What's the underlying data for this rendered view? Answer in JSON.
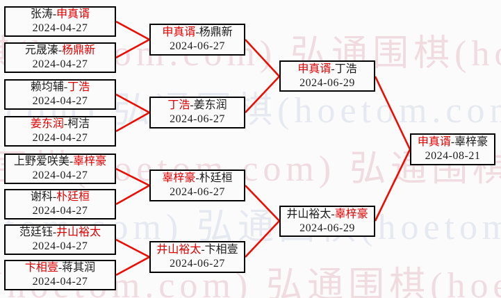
{
  "separator": "-",
  "colors": {
    "winner_red": "#e00000",
    "line_red": "#ee0c00",
    "box_border": "#000000",
    "text_black": "#1c1c1c",
    "watermark_pink": "#f0dbe1",
    "watermark_blue": "#e6e9ef",
    "background": "#fbfbfb"
  },
  "watermark": {
    "text": "弘通围棋(hoetom.com) 弘通围棋(hoetom.com)"
  },
  "bracket": {
    "round_of_16": [
      {
        "p1": "张涛",
        "p2": "申真谞",
        "winner": "p2",
        "date": "2024-04-27"
      },
      {
        "p1": "元晟溱",
        "p2": "杨鼎新",
        "winner": "p2",
        "date": "2024-04-27"
      },
      {
        "p1": "赖均辅",
        "p2": "丁浩",
        "winner": "p2",
        "date": "2024-04-27"
      },
      {
        "p1": "姜东润",
        "p2": "柯洁",
        "winner": "p1",
        "date": "2024-04-27"
      },
      {
        "p1": "上野爱咲美",
        "p2": "辜梓豪",
        "winner": "p2",
        "date": "2024-04-27"
      },
      {
        "p1": "谢科",
        "p2": "朴廷桓",
        "winner": "p2",
        "date": "2024-04-27"
      },
      {
        "p1": "范廷钰",
        "p2": "井山裕太",
        "winner": "p2",
        "date": "2024-04-27"
      },
      {
        "p1": "卞相壹",
        "p2": "蒋其润",
        "winner": "p1",
        "date": "2024-04-27"
      }
    ],
    "quarterfinals": [
      {
        "p1": "申真谞",
        "p2": "杨鼎新",
        "winner": "p1",
        "date": "2024-06-27"
      },
      {
        "p1": "丁浩",
        "p2": "姜东润",
        "winner": "p1",
        "date": "2024-06-27"
      },
      {
        "p1": "辜梓豪",
        "p2": "朴廷桓",
        "winner": "p1",
        "date": "2024-06-27"
      },
      {
        "p1": "井山裕太",
        "p2": "卞相壹",
        "winner": "p1",
        "date": "2024-06-27"
      }
    ],
    "semifinals": [
      {
        "p1": "申真谞",
        "p2": "丁浩",
        "winner": "p1",
        "date": "2024-06-29"
      },
      {
        "p1": "井山裕太",
        "p2": "辜梓豪",
        "winner": "p2",
        "date": "2024-06-29"
      }
    ],
    "final": [
      {
        "p1": "申真谞",
        "p2": "辜梓豪",
        "winner": "p1",
        "date": "2024-08-21"
      }
    ]
  }
}
